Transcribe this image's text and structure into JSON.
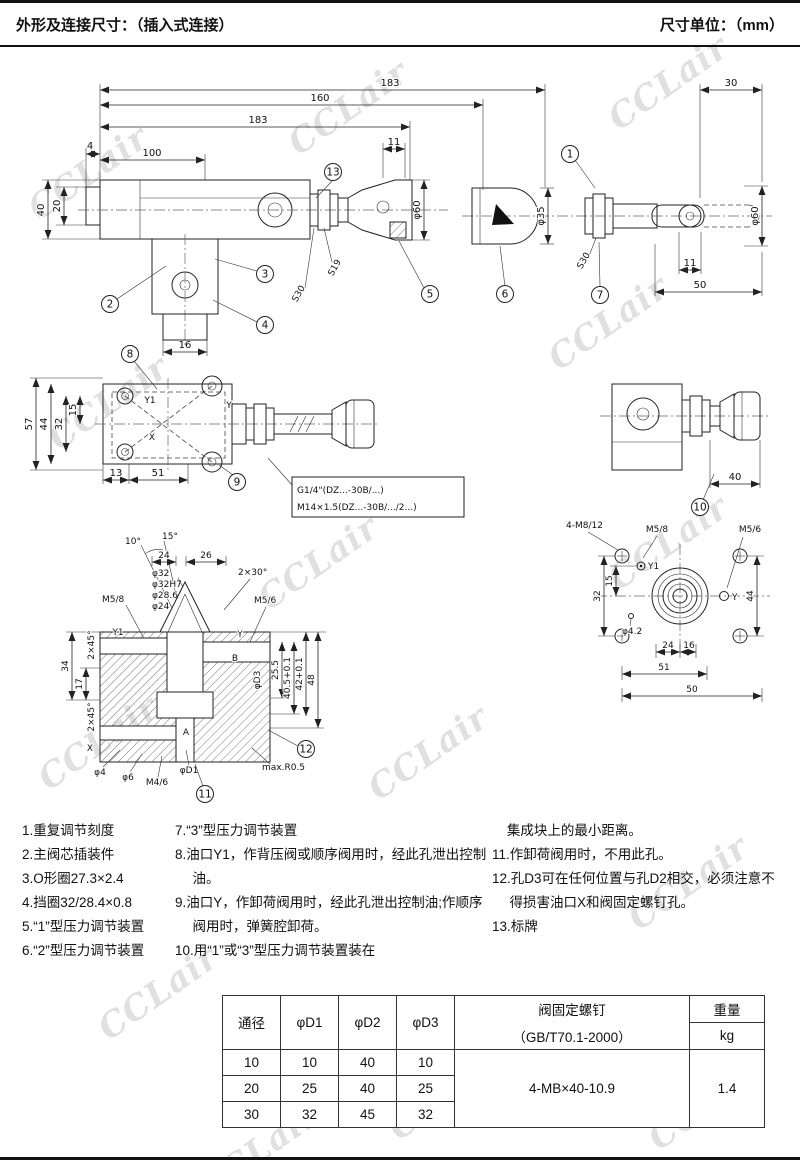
{
  "header": {
    "title_left": "外形及连接尺寸：（插入式连接）",
    "title_right": "尺寸单位：（mm）"
  },
  "watermark": {
    "text": "CCLair"
  },
  "callouts": {
    "n1": "1",
    "n2": "2",
    "n3": "3",
    "n4": "4",
    "n5": "5",
    "n6": "6",
    "n7": "7",
    "n8": "8",
    "n9": "9",
    "n10": "10",
    "n11": "11",
    "n12": "12",
    "n13": "13"
  },
  "dims": {
    "a183top": "183",
    "a160": "160",
    "a183mid": "183",
    "a30": "30",
    "a4": "4",
    "a100": "100",
    "a11": "11",
    "a20": "20",
    "a40": "40",
    "a16": "16",
    "s19": "S19",
    "s30a": "S30",
    "phi60a": "φ60",
    "phi35": "φ35",
    "s30b": "S30",
    "phi60b": "φ60",
    "b11": "11",
    "b50": "50",
    "c57": "57",
    "c44": "44",
    "c32": "32",
    "c15": "15",
    "c13": "13",
    "c51": "51",
    "cy1": "Y1",
    "cy": "Y",
    "cx": "X",
    "cnote1": "G1/4\"(DZ...-30B/...)",
    "cnote2": "M14×1.5(DZ...-30B/.../2...)",
    "d40": "40",
    "e10deg": "10°",
    "e15deg": "15°",
    "e24": "24",
    "e26": "26",
    "ephi32": "φ32",
    "ephi32h7": "φ32H7",
    "ephi286": "φ28.6",
    "ephi24": "φ24",
    "em58": "M5/8",
    "em56": "M5/6",
    "e2x30": "2×30°",
    "e2x45a": "2×45°",
    "e2x45b": "2×45°",
    "ey1": "Y1",
    "ey": "Y",
    "eb": "B",
    "ea": "A",
    "ex": "X",
    "e34": "34",
    "e17": "17",
    "e255": "25.5",
    "e405": "40.5+0.1",
    "e42": "42+0.1",
    "e48": "48",
    "ephid3": "φD3",
    "ephi4": "φ4",
    "ephi6": "φ6",
    "em46": "M4/6",
    "ephid1": "φD1",
    "emaxr": "max.R0.5",
    "f4m8": "4-M8/12",
    "fm58": "M5/8",
    "fm56": "M5/6",
    "fy1": "Y1",
    "fy": "Y",
    "fphi42": "φ4.2",
    "f32": "32",
    "f15": "15",
    "f24": "24",
    "f16": "16",
    "f51": "51",
    "f50": "50",
    "f44": "44"
  },
  "notes": {
    "col1": [
      "1.重复调节刻度",
      "2.主阀芯插装件",
      "3.O形圈27.3×2.4",
      "4.挡圈32/28.4×0.8",
      "5.“1”型压力调节装置",
      "6.“2”型压力调节装置"
    ],
    "col2": [
      "7.“3”型压力调节装置",
      "8.油口Y1，作背压阀或顺序阀用时，经此孔泄出控制油。",
      "9.油口Y，作卸荷阀用时，经此孔泄出控制油;作顺序阀用时，弹簧腔卸荷。",
      "10.用“1”或“3”型压力调节装置装在"
    ],
    "col3": [
      "集成块上的最小距离。",
      "11.作卸荷阀用时，不用此孔。",
      "12.孔D3可在任何位置与孔D2相交，必须注意不得损害油口X和阀固定螺钉孔。",
      "13.标牌"
    ]
  },
  "table": {
    "h_dia": "通径",
    "h_d1": "φD1",
    "h_d2": "φD2",
    "h_d3": "φD3",
    "screw1": "阀固定螺钉",
    "screw2": "（GB/T70.1-2000）",
    "w1": "重量",
    "w2": "kg",
    "rows": [
      [
        "10",
        "10",
        "40",
        "10"
      ],
      [
        "20",
        "25",
        "40",
        "25"
      ],
      [
        "30",
        "32",
        "45",
        "32"
      ]
    ],
    "screw_value": "4-MB×40-10.9",
    "weight_value": "1.4"
  }
}
